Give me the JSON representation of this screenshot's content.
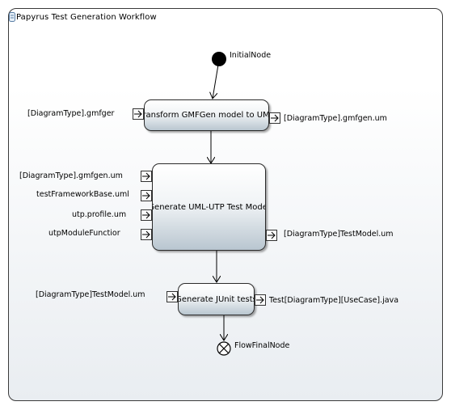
{
  "frame": {
    "title": "Papyrus Test Generation Workflow"
  },
  "initial_node": {
    "label": "InitialNode"
  },
  "final_node": {
    "label": "FlowFinalNode"
  },
  "actions": {
    "transform": {
      "label": "Transform GMFGen model to UML",
      "input_label": "[DiagramType].gmfger",
      "output_label": "[DiagramType].gmfgen.um"
    },
    "generate_model": {
      "label": "Generate UML-UTP Test Model",
      "input_labels": [
        "[DiagramType].gmfgen.um",
        "testFrameworkBase.uml",
        "utp.profile.um",
        "utpModuleFunctior"
      ],
      "output_label": "[DiagramType]TestModel.um"
    },
    "generate_junit": {
      "label": "Generate JUnit tests",
      "input_label": "[DiagramType]TestModel.um",
      "output_label": "Test[DiagramType][UseCase].java"
    }
  }
}
